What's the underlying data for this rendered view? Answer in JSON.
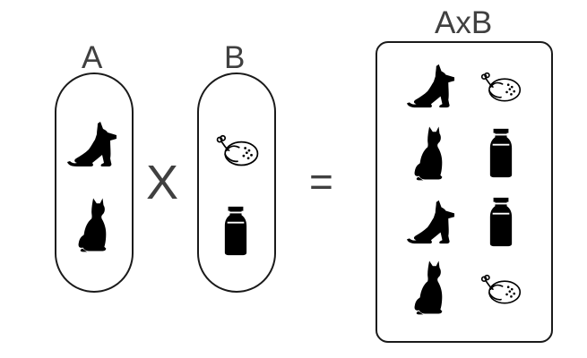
{
  "labels": {
    "set_a": "A",
    "set_b": "B",
    "product": "AxB",
    "times": "X",
    "equals": "="
  },
  "sets": {
    "a": {
      "icons": [
        "dog-icon",
        "cat-icon"
      ]
    },
    "b": {
      "icons": [
        "chicken-icon",
        "milk-bottle-icon"
      ]
    },
    "product": {
      "pairs": [
        [
          "dog-icon",
          "chicken-icon"
        ],
        [
          "cat-icon",
          "milk-bottle-icon"
        ],
        [
          "dog-icon",
          "milk-bottle-icon"
        ],
        [
          "cat-icon",
          "chicken-icon"
        ]
      ]
    }
  },
  "colors": {
    "outline": "#1a1a1a",
    "text": "#404040",
    "icon_fill": "#000000"
  }
}
